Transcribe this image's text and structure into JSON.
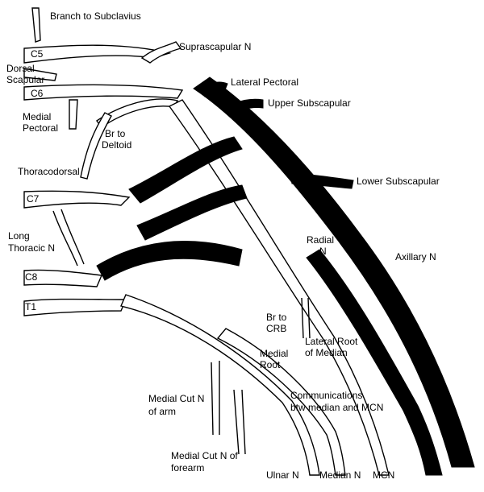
{
  "labels": {
    "branch_to_subclavius": "Branch to Subclavius",
    "c5": "C5",
    "suprascapular": "Suprascapular N",
    "dorsal_scapular_1": "Dorsal",
    "dorsal_scapular_2": "Scapular",
    "c6": "C6",
    "lateral_pectoral": "Lateral Pectoral",
    "upper_subscapular": "Upper Subscapular",
    "medial_pectoral_1": "Medial",
    "medial_pectoral_2": "Pectoral",
    "br_deltoid_1": "Br to",
    "br_deltoid_2": "Deltoid",
    "thoracodorsal": "Thoracodorsal",
    "lower_subscapular": "Lower Subscapular",
    "c7": "C7",
    "long_thoracic_1": "Long",
    "long_thoracic_2": "Thoracic N",
    "radial_1": "Radial",
    "radial_2": "N",
    "axillary": "Axillary N",
    "c8": "C8",
    "t1": "T1",
    "br_crb_1": "Br to",
    "br_crb_2": "CRB",
    "lateral_root_1": "Lateral Root",
    "lateral_root_2": "of Median",
    "medial_root_1": "Medial",
    "medial_root_2": "Root",
    "medial_cut_arm_1": "Medial Cut N",
    "medial_cut_arm_2": "of arm",
    "communications_1": "Communications",
    "communications_2": "btw median and MCN",
    "medial_cut_forearm_1": "Medial Cut N of",
    "medial_cut_forearm_2": "forearm",
    "ulnar": "Ulnar N",
    "median": "Median N",
    "mcn": "MCN"
  }
}
